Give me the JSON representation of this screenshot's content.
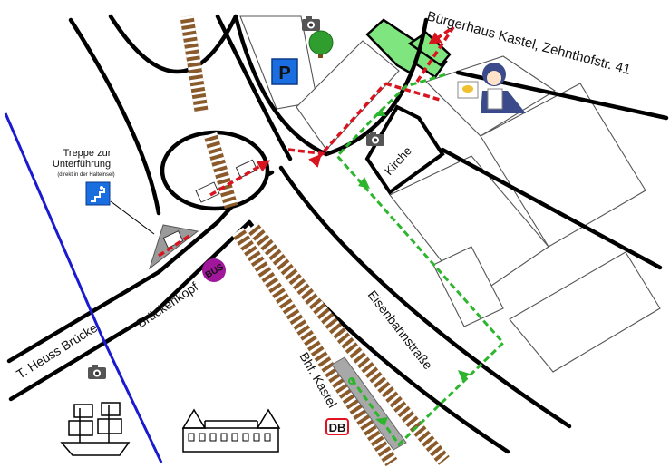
{
  "map": {
    "title": "Bürgerhaus Kastel, Zehnthofstr. 41",
    "streets": {
      "heuss_bridge": "T. Heuss Brücke",
      "brueckenkopf": "Brückenkopf",
      "eisenbahnstrasse": "Eisenbahnstraße"
    },
    "landmarks": {
      "church": "Kirche",
      "station": "Bhf. Kastel",
      "stairs_line1": "Treppe zur",
      "stairs_line2": "Unterführung",
      "stairs_note": "(direkt in der Halteinsel)",
      "bus_label": "BUS",
      "db_label": "DB",
      "parking_label": "P"
    },
    "colors": {
      "road": "#000000",
      "river": "#1a1ad0",
      "rail": "#8a5a2b",
      "route_red": "#d8141e",
      "route_green": "#2db52d",
      "building_target": "#7fe67f",
      "bus_badge": "#a0179b",
      "parking_sign": "#1a6ee0",
      "stairs_sign": "#1a6ee0"
    },
    "icons": [
      "camera-icon",
      "tree-icon",
      "parking-icon",
      "stairs-icon",
      "bus-icon",
      "db-logo-icon",
      "ship-icon",
      "castle-icon",
      "mascot-icon"
    ]
  }
}
